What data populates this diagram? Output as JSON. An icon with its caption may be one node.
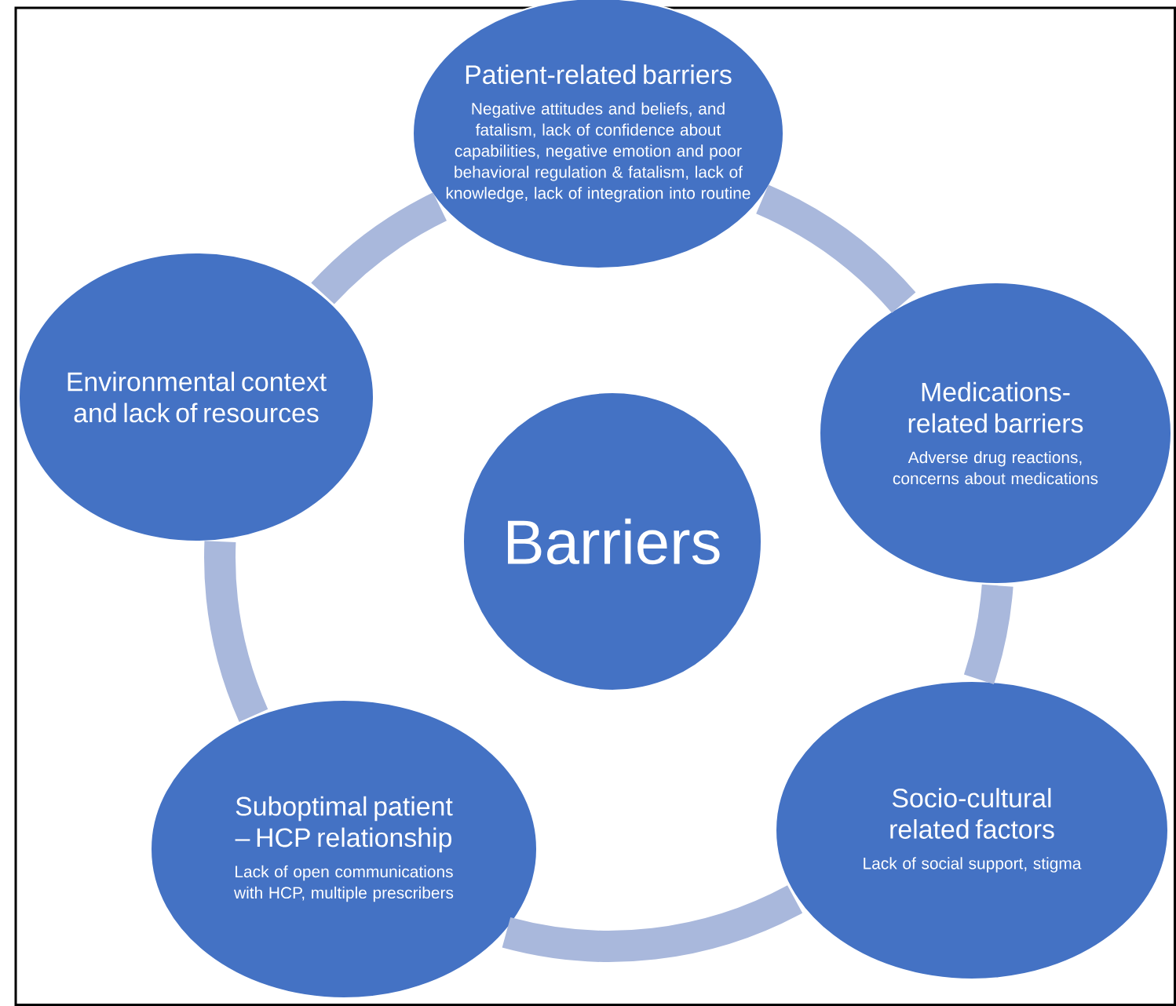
{
  "diagram": {
    "nodes": [
      {
        "text": [
          "Patient-related barriers",
          "Negative attitudes and beliefs, and fatalism, lack of confidence about capabilities, negative emotion and poor behavioral regulation & fatalism, lack of knowledge, lack of integration into routine"
        ]
      },
      {
        "text": [
          "Environmental context and lack of resources"
        ]
      },
      {
        "text": [
          "Medications-related barriers",
          "Adverse drug reactions, concerns about medications"
        ]
      },
      {
        "text": [
          "Barriers"
        ]
      },
      {
        "text": [
          "Suboptimal patient – HCP relationship",
          "Lack of open communications with HCP, multiple prescribers"
        ]
      },
      {
        "text": [
          "Socio-cultural related factors",
          "Lack of social support, stigma"
        ]
      }
    ],
    "edges": [
      {
        "from": 0,
        "to": 2,
        "arrow": "none"
      },
      {
        "from": 2,
        "to": 5,
        "arrow": "none"
      },
      {
        "from": 5,
        "to": 4,
        "arrow": "none"
      },
      {
        "from": 4,
        "to": 1,
        "arrow": "none"
      },
      {
        "from": 1,
        "to": 0,
        "arrow": "none"
      }
    ]
  }
}
